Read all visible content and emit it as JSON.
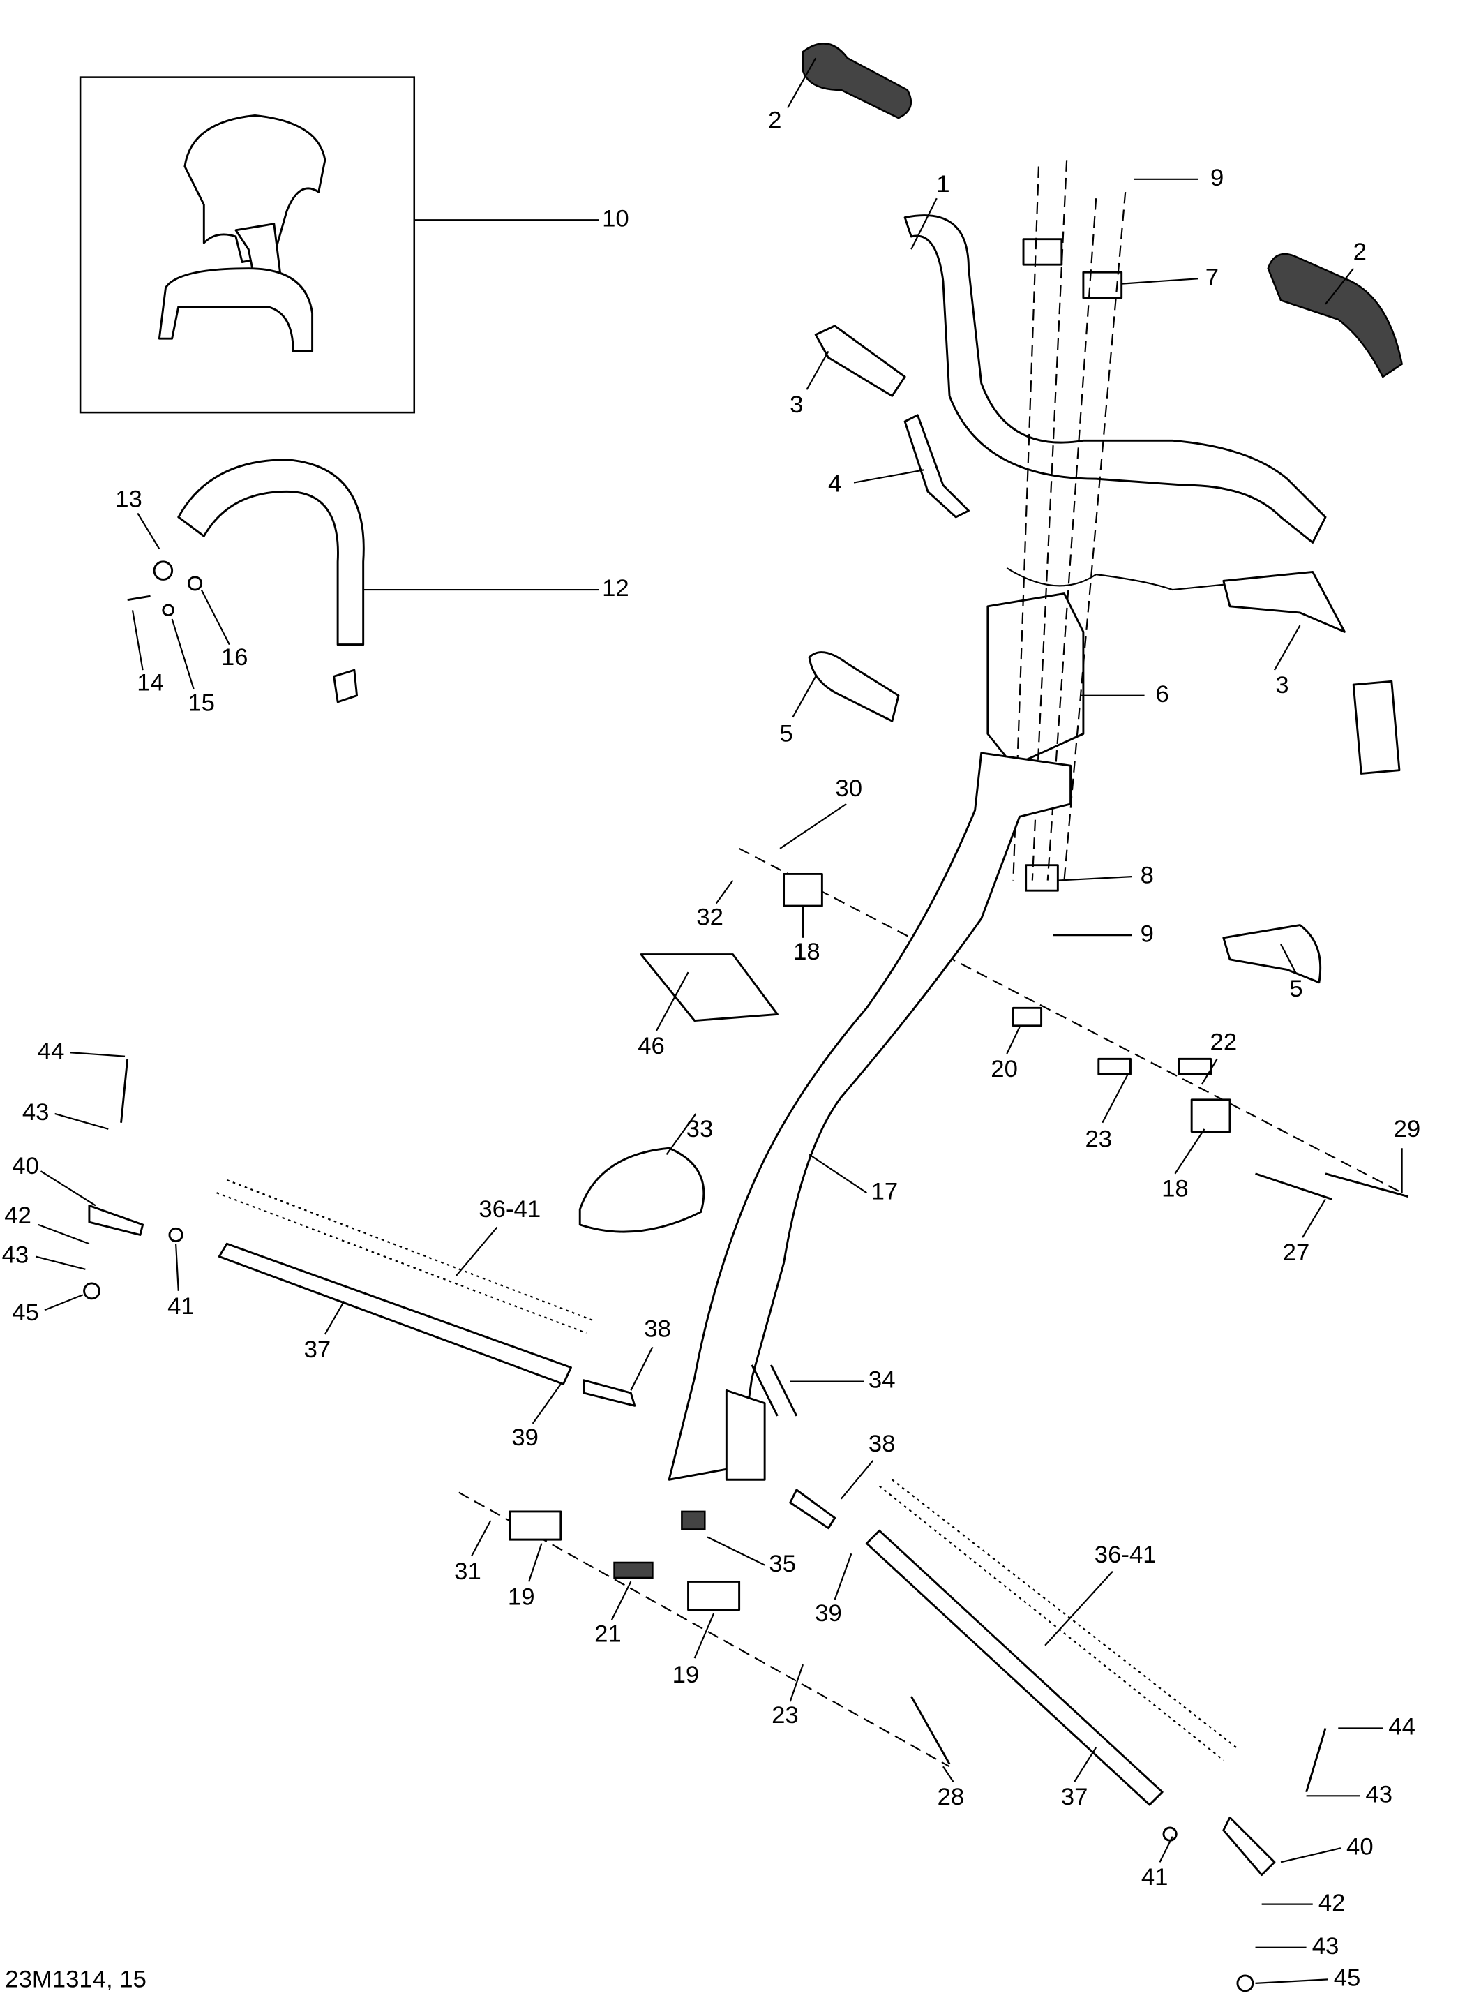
{
  "diagram": {
    "figure_code": "23M1314, 15",
    "labels": [
      "2",
      "1",
      "9",
      "10",
      "2",
      "7",
      "3",
      "4",
      "12",
      "13",
      "16",
      "14",
      "15",
      "3",
      "6",
      "5",
      "30",
      "8",
      "32",
      "18",
      "9",
      "5",
      "22",
      "46",
      "44",
      "20",
      "23",
      "33",
      "29",
      "43",
      "17",
      "18",
      "40",
      "36-41",
      "42",
      "27",
      "43",
      "41",
      "45",
      "37",
      "38",
      "34",
      "39",
      "38",
      "31",
      "35",
      "36-41",
      "19",
      "21",
      "39",
      "19",
      "23",
      "44",
      "28",
      "37",
      "43",
      "40",
      "41",
      "42",
      "43",
      "45"
    ]
  }
}
